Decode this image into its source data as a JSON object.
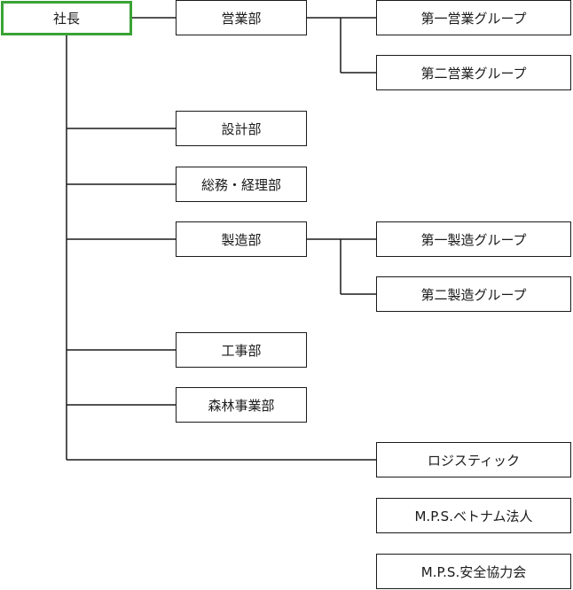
{
  "chart": {
    "root": {
      "label": "社長",
      "highlight_color": "#3aa335"
    },
    "departments": [
      {
        "id": "sales",
        "label": "営業部",
        "groups": [
          "第一営業グループ",
          "第二営業グループ"
        ]
      },
      {
        "id": "design",
        "label": "設計部",
        "groups": []
      },
      {
        "id": "general-affairs",
        "label": "総務・経理部",
        "groups": []
      },
      {
        "id": "manufacturing",
        "label": "製造部",
        "groups": [
          "第一製造グループ",
          "第二製造グループ"
        ]
      },
      {
        "id": "construction",
        "label": "工事部",
        "groups": []
      },
      {
        "id": "forestry",
        "label": "森林事業部",
        "groups": []
      }
    ],
    "logistics": {
      "label": "ロジスティック"
    },
    "affiliates": [
      {
        "id": "vietnam",
        "label": "M.P.S.ベトナム法人"
      },
      {
        "id": "safety",
        "label": "M.P.S.安全協力会"
      }
    ]
  }
}
